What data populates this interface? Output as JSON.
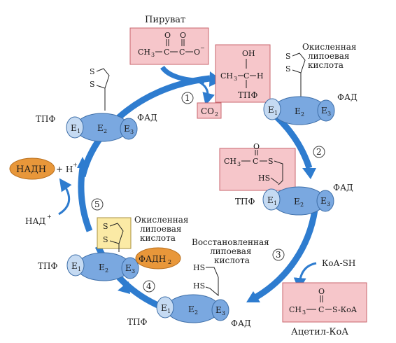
{
  "labels": {
    "pyruvate": "Пируват",
    "co2_main": "CO",
    "co2_sub": "2",
    "oxidized_lipoate_lines": [
      "Окисленная",
      "липоевая",
      "кислота"
    ],
    "reduced_lipoate_lines": [
      "Восстановленная",
      "липоевая",
      "кислота"
    ],
    "acetyl_coa": "Ацетил-КоА",
    "coa_sh": "КоА-SH",
    "nadh": "НАДН",
    "h_plus": "+ H",
    "plus_sup": "+",
    "nad": "НАД",
    "fadh2_main": "ФАДН",
    "fadh2_sub": "2",
    "tpp": "ТПФ",
    "fad": "ФАД"
  },
  "enzymes": {
    "e1": "E",
    "e2": "E",
    "e3": "E",
    "s1": "1",
    "s2": "2",
    "s3": "3"
  },
  "steps": [
    "1",
    "2",
    "3",
    "4",
    "5"
  ],
  "chem": {
    "o": "O",
    "oh": "OH",
    "h": "H",
    "s": "S",
    "hs": "HS",
    "ch3": "CH",
    "ch3_sub": "3",
    "o_minus": "O",
    "minus": "−",
    "c": "C",
    "sh_s": "S",
    "s_coa": "S-КоА"
  },
  "colors": {
    "arrow_blue": "#2e7ccf",
    "enzyme_fill": "#7aa8e0",
    "enzyme_small": "#c5daf2",
    "pink_box": "#f6c6ca",
    "yellow_box": "#fbeaa5",
    "orange_pill": "#e8973a"
  }
}
